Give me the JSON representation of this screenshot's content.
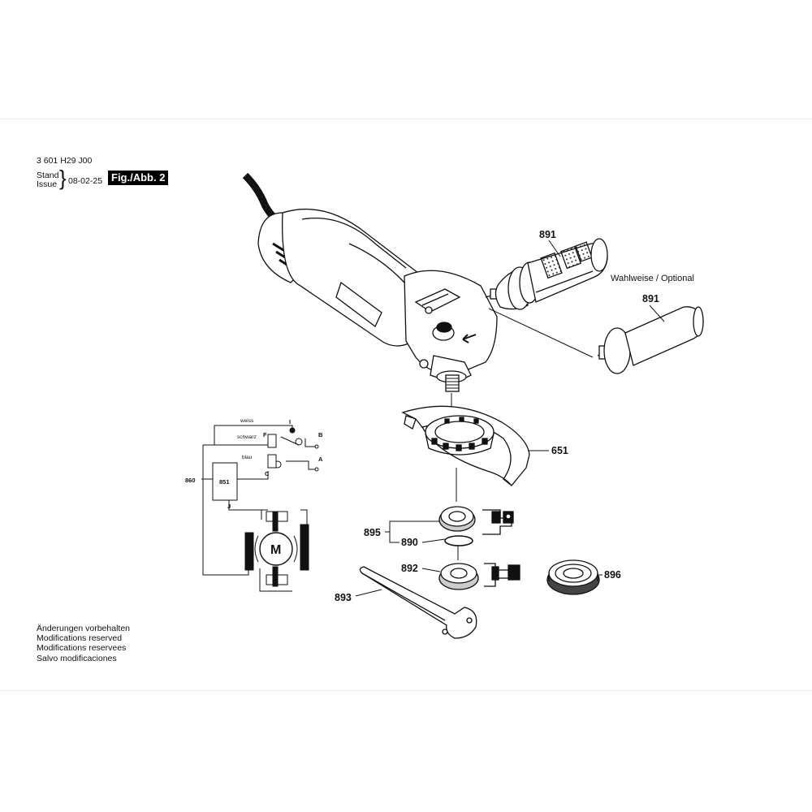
{
  "header": {
    "part_number": "3 601 H29 J00",
    "stand_label": "Stand",
    "issue_label": "Issue",
    "date": "08-02-25",
    "figure_label": "Fig./Abb. 2"
  },
  "notes": [
    "Änderungen vorbehalten",
    "Modifications reserved",
    "Modifications reservees",
    "Salvo modificaciones"
  ],
  "optional_label": "Wahlweise / Optional",
  "parts": {
    "handle_standard": "891",
    "handle_optional": "891",
    "guard": "651",
    "flange_group": "895",
    "o_ring": "890",
    "flange_nut": "892",
    "quick_nut": "896",
    "spanner": "893",
    "wiring_group": "860",
    "switch_module": "851"
  },
  "wiring": {
    "wire_white": "weiss",
    "wire_black": "schwarz",
    "wire_blue": "blau",
    "terminal_i": "I",
    "terminal_f": "F",
    "terminal_b": "B",
    "terminal_a": "A",
    "terminal_c": "C",
    "terminal_j": "J",
    "motor": "M"
  }
}
